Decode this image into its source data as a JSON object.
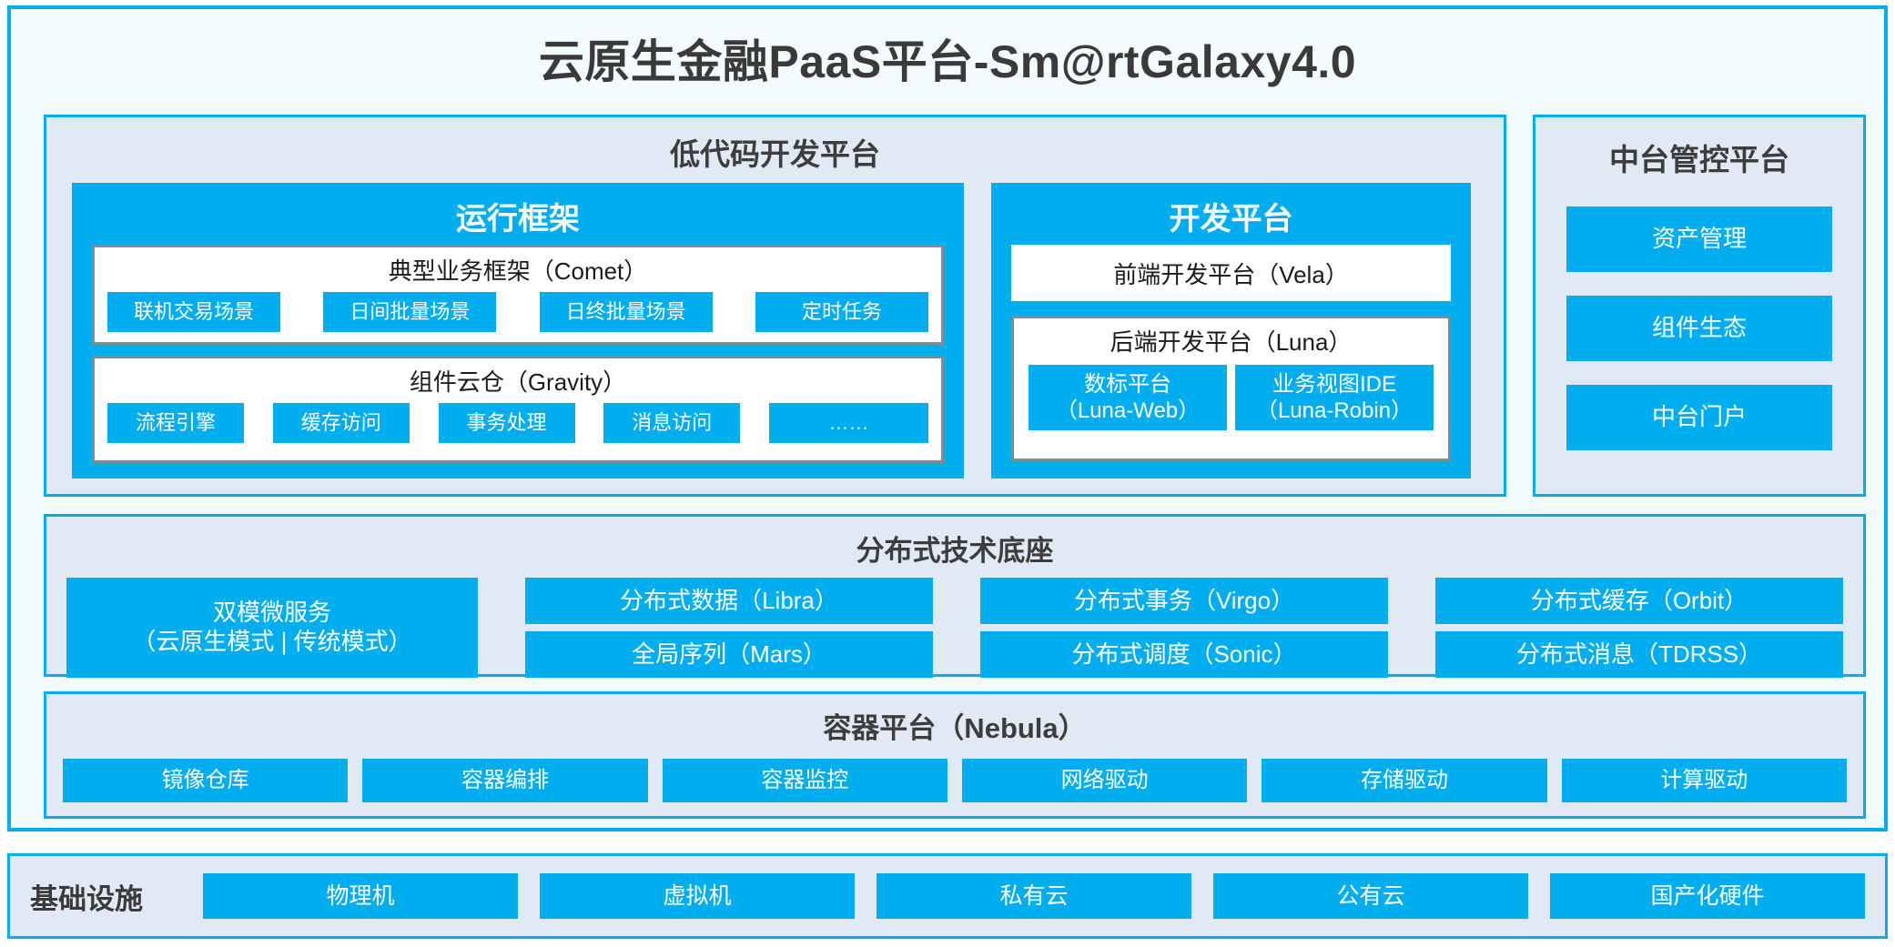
{
  "page": {
    "title": "云原生金融PaaS平台-Sm@rtGalaxy4.0"
  },
  "colors": {
    "accent": "#00AEEF",
    "panel_bg": "#e1eaf4",
    "frame_bg": "#f4fbfd",
    "box_border": "#808a91",
    "text_dark": "#3a3a3a",
    "text_white": "#ffffff"
  },
  "lowcode": {
    "title": "低代码开发平台",
    "runtime": {
      "title": "运行框架",
      "comet": {
        "title": "典型业务框架（Comet）",
        "items": [
          "联机交易场景",
          "日间批量场景",
          "日终批量场景",
          "定时任务"
        ]
      },
      "gravity": {
        "title": "组件云仓（Gravity）",
        "items": [
          "流程引擎",
          "缓存访问",
          "事务处理",
          "消息访问",
          "……"
        ]
      }
    },
    "dev": {
      "title": "开发平台",
      "frontend": "前端开发平台（Vela）",
      "backend": {
        "title": "后端开发平台（Luna）",
        "items": [
          {
            "line1": "数标平台",
            "line2": "（Luna-Web）"
          },
          {
            "line1": "业务视图IDE",
            "line2": "（Luna-Robin）"
          }
        ]
      }
    }
  },
  "midplatform": {
    "title": "中台管控平台",
    "items": [
      "资产管理",
      "组件生态",
      "中台门户"
    ]
  },
  "distributed": {
    "title": "分布式技术底座",
    "dualmode": {
      "line1": "双模微服务",
      "line2": "（云原生模式 | 传统模式）"
    },
    "columns": [
      {
        "top": "分布式数据（Libra）",
        "bottom": "全局序列（Mars）"
      },
      {
        "top": "分布式事务（Virgo）",
        "bottom": "分布式调度（Sonic）"
      },
      {
        "top": "分布式缓存（Orbit）",
        "bottom": "分布式消息（TDRSS）"
      }
    ]
  },
  "container": {
    "title": "容器平台（Nebula）",
    "items": [
      "镜像仓库",
      "容器编排",
      "容器监控",
      "网络驱动",
      "存储驱动",
      "计算驱动"
    ]
  },
  "infrastructure": {
    "label": "基础设施",
    "items": [
      "物理机",
      "虚拟机",
      "私有云",
      "公有云",
      "国产化硬件"
    ]
  }
}
